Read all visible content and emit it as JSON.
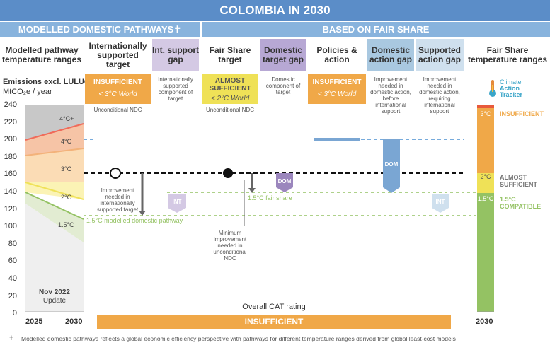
{
  "title": "COLOMBIA IN 2030",
  "sections": {
    "left": "MODELLED DOMESTIC PATHWAYS✝",
    "right": "BASED ON FAIR SHARE"
  },
  "columns": {
    "modelled": "Modelled pathway temperature ranges",
    "intl_target": "Internationally supported target",
    "int_gap": "Int. support gap",
    "fair_target": "Fair Share target",
    "dom_target_gap": "Domestic target gap",
    "policies": "Policies & action",
    "dom_action_gap": "Domestic action gap",
    "supported_action_gap": "Supported action gap",
    "fair_ranges": "Fair Share temperature ranges"
  },
  "ratings": {
    "intl": {
      "label": "INSUFFICIENT",
      "sub": "< 3°C World",
      "note": "Unconditional NDC"
    },
    "fair": {
      "label": "ALMOST SUFFICIENT",
      "sub": "< 2°C World",
      "note": "Unconditional NDC"
    },
    "policies": {
      "label": "INSUFFICIENT",
      "sub": "< 3°C World"
    }
  },
  "descriptions": {
    "int_gap": "Internationally supported component of target",
    "dom_target_gap": "Domestic component of target",
    "dom_action_gap": "Improvement needed in domestic action, before international support",
    "supported_action_gap": "Improvement needed in domestic action, requiring international support"
  },
  "axis": {
    "title": "Emissions excl. LULUCF",
    "unit": "MtCO₂e / year",
    "ticks": [
      "240",
      "220",
      "200",
      "180",
      "160",
      "140",
      "120",
      "100",
      "80",
      "60",
      "40",
      "20",
      "0"
    ],
    "x_start": "2025",
    "x_end": "2030"
  },
  "modelled_labels": {
    "r4": "4°C+",
    "r3": "4°C",
    "r2": "3°C",
    "r1": "2°C",
    "r0": "1.5°C",
    "date": "Nov 2022",
    "update": "Update"
  },
  "annotations": {
    "improve_intl": "Improvement needed in internationally supported target",
    "modelled_15": "1.5°C modelled domestic pathway",
    "fair_15": "1.5°C fair share",
    "min_improve": "Minimum improvement needed in unconditional NDC",
    "int_tag": "INT",
    "dom_tag": "DOM"
  },
  "fair_ranges": {
    "r3": "3°C",
    "r2": "2°C",
    "r15": "1.5°C",
    "insufficient": "INSUFFICIENT",
    "almost": "ALMOST SUFFICIENT",
    "compatible": "1.5°C COMPATIBLE",
    "year": "2030"
  },
  "logo": {
    "line1": "Climate",
    "line2": "Action",
    "line3": "Tracker"
  },
  "overall": {
    "label": "Overall CAT rating",
    "value": "INSUFFICIENT"
  },
  "footnote_mark": "✝",
  "footnote": "Modelled domestic pathways reflects a global economic efficiency perspective with pathways for different temperature ranges derived from global least-cost models",
  "chart_data": {
    "type": "infographic-bar",
    "ylim": [
      0,
      240
    ],
    "values": {
      "intl_supported_target": 162,
      "unconditional_ndc": 162,
      "current_policies": 202,
      "modelled_15_pathway": 113,
      "fair_share_15": 139
    },
    "fair_share_ranges": [
      {
        "name": "1.5°C",
        "from": 0,
        "to": 139
      },
      {
        "name": "2°C",
        "from": 139,
        "to": 162
      },
      {
        "name": "3°C",
        "from": 162,
        "to": 238
      }
    ],
    "colors": {
      "banner": "#5b8dc8",
      "insufficient": "#f0a848",
      "almost": "#efe157",
      "compatible": "#94c263",
      "dom": "#9b86bd",
      "int": "#b8d4e8",
      "policies": "#7aa6d3"
    }
  }
}
